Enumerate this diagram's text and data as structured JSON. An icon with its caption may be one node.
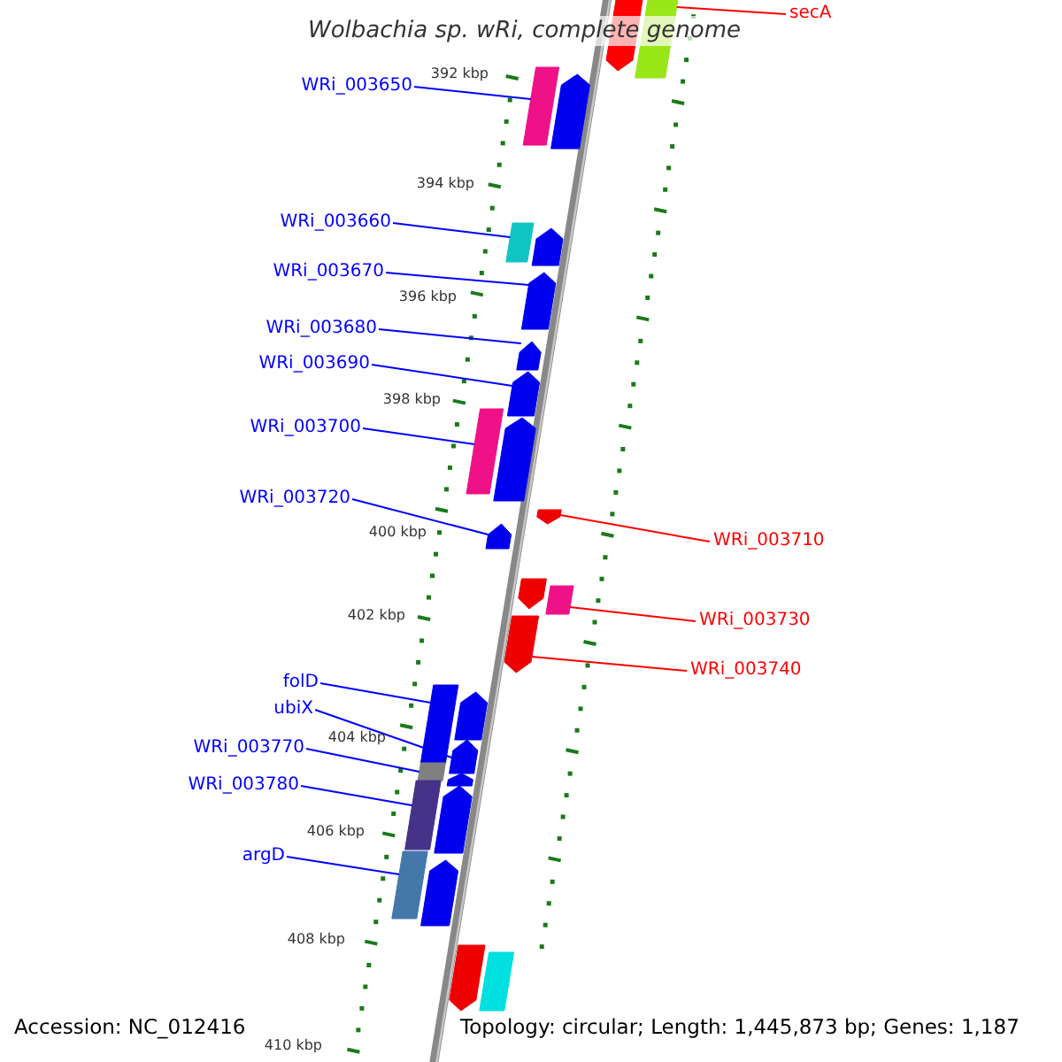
{
  "diagram": {
    "title": "Wolbachia sp. wRi, complete genome",
    "nodes": [
      {
        "text": [
          "secA"
        ]
      },
      {
        "text": [
          "WRi_003650"
        ]
      },
      {
        "text": [
          "WRi_003660"
        ]
      },
      {
        "text": [
          "WRi_003670"
        ]
      },
      {
        "text": [
          "WRi_003680"
        ]
      },
      {
        "text": [
          "WRi_003690"
        ]
      },
      {
        "text": [
          "WRi_003700"
        ]
      },
      {
        "text": [
          "WRi_003720"
        ]
      },
      {
        "text": [
          "WRi_003710"
        ]
      },
      {
        "text": [
          "WRi_003730"
        ]
      },
      {
        "text": [
          "WRi_003740"
        ]
      },
      {
        "text": [
          "folD"
        ]
      },
      {
        "text": [
          "ubiX"
        ]
      },
      {
        "text": [
          "WRi_003770"
        ]
      },
      {
        "text": [
          "WRi_003780"
        ]
      },
      {
        "text": [
          "argD"
        ]
      },
      {
        "text": [],
        "shape": "arrow"
      },
      {
        "text": [],
        "shape": "bar"
      },
      {
        "text": [],
        "shape": "bar"
      },
      {
        "text": [],
        "shape": "arrow"
      },
      {
        "text": [],
        "shape": "bar"
      },
      {
        "text": [],
        "shape": "arrow"
      },
      {
        "text": [],
        "shape": "arrow"
      },
      {
        "text": [],
        "shape": "arrow"
      },
      {
        "text": [],
        "shape": "arrow"
      },
      {
        "text": [],
        "shape": "bar"
      },
      {
        "text": [],
        "shape": "arrow"
      },
      {
        "text": [],
        "shape": "arrow"
      },
      {
        "text": [],
        "shape": "arrow"
      },
      {
        "text": [],
        "shape": "arrow"
      },
      {
        "text": [],
        "shape": "bar"
      },
      {
        "text": [],
        "shape": "arrow"
      },
      {
        "text": [],
        "shape": "bar"
      },
      {
        "text": [],
        "shape": "arrow"
      },
      {
        "text": [],
        "shape": "arrow"
      },
      {
        "text": [],
        "shape": "bar"
      },
      {
        "text": [],
        "shape": "arrow"
      },
      {
        "text": [],
        "shape": "bar"
      },
      {
        "text": [],
        "shape": "arrow"
      },
      {
        "text": [],
        "shape": "bar"
      },
      {
        "text": [],
        "shape": "arrow"
      },
      {
        "text": [],
        "shape": "arrow"
      },
      {
        "text": [],
        "shape": "bar"
      }
    ],
    "edges": [
      {
        "from": 0,
        "to": 17,
        "arrow": "none",
        "color": "#ff0000"
      },
      {
        "from": 1,
        "to": 18,
        "arrow": "none"
      },
      {
        "from": 2,
        "to": 20,
        "arrow": "none"
      },
      {
        "from": 3,
        "to": 22,
        "arrow": "none"
      },
      {
        "from": 4,
        "to": 23,
        "arrow": "none"
      },
      {
        "from": 5,
        "to": 24,
        "arrow": "none"
      },
      {
        "from": 6,
        "to": 25,
        "arrow": "none"
      },
      {
        "from": 7,
        "to": 28,
        "arrow": "none"
      },
      {
        "from": 8,
        "to": 27,
        "arrow": "none",
        "color": "#ff0000"
      },
      {
        "from": 9,
        "to": 30,
        "arrow": "none",
        "color": "#ff0000"
      },
      {
        "from": 10,
        "to": 31,
        "arrow": "none",
        "color": "#ff0000"
      },
      {
        "from": 11,
        "to": 32,
        "arrow": "none"
      },
      {
        "from": 12,
        "to": 34,
        "arrow": "none"
      },
      {
        "from": 13,
        "to": 35,
        "arrow": "none"
      },
      {
        "from": 14,
        "to": 37,
        "arrow": "none"
      },
      {
        "from": 15,
        "to": 39,
        "arrow": "none"
      }
    ],
    "labels": [
      "392 kbp",
      "394 kbp",
      "396 kbp",
      "398 kbp",
      "400 kbp",
      "402 kbp",
      "404 kbp",
      "406 kbp",
      "408 kbp",
      "Accession: NC_012416",
      "Topology: circular; Length: 1,445,873 bp; Genes: 1,187",
      "410 kbp"
    ]
  }
}
